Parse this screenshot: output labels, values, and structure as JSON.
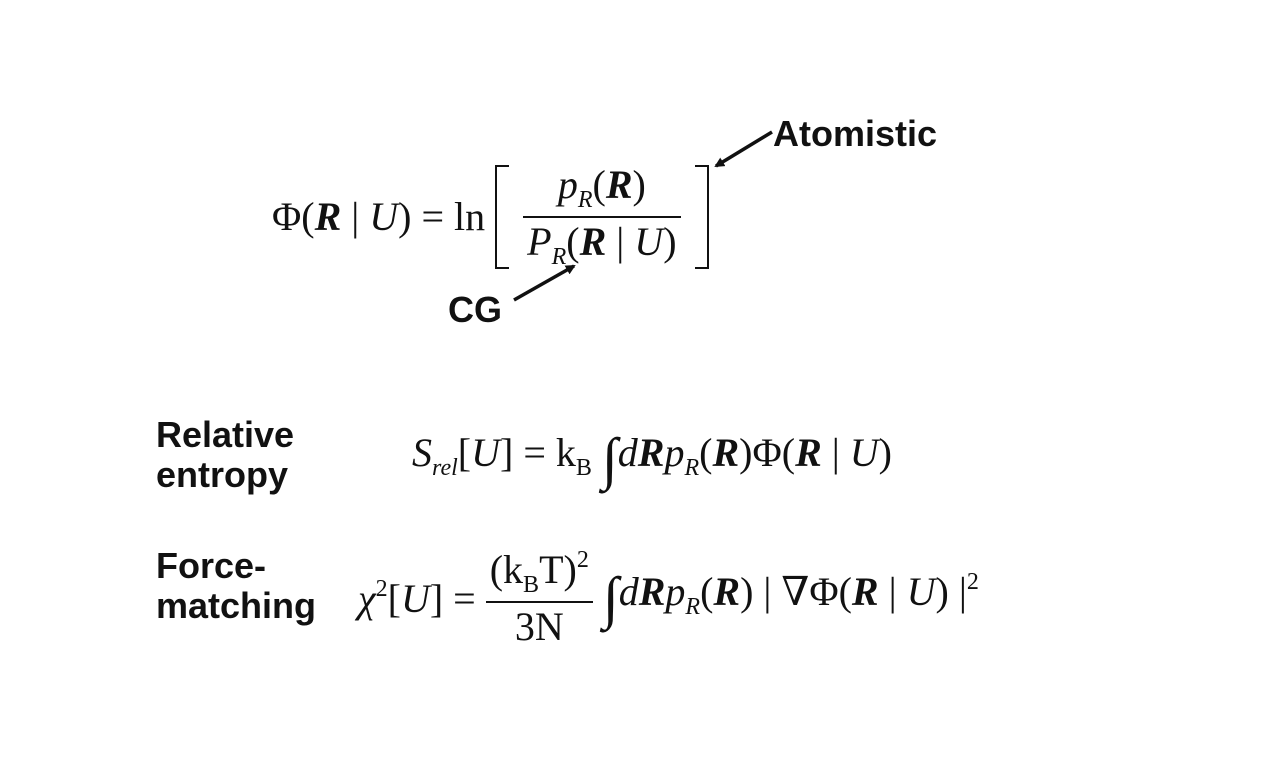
{
  "annotations": {
    "atomistic": "Atomistic",
    "cg": "CG"
  },
  "sections": {
    "relative_entropy_line1": "Relative",
    "relative_entropy_line2": "entropy",
    "force_matching_line1": "Force-",
    "force_matching_line2": "matching"
  }
}
